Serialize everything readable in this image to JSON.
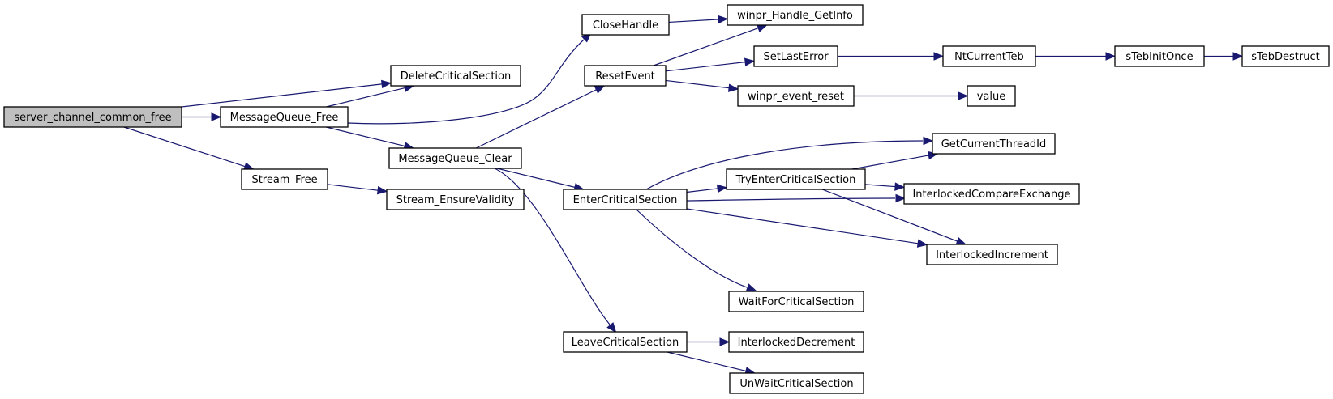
{
  "diagram": {
    "type": "call-graph",
    "colors": {
      "edge": "#191970",
      "root_fill": "#bfbfbf",
      "node_fill": "#ffffff",
      "node_stroke": "#000000"
    },
    "nodes": [
      {
        "id": "server_channel_common_free",
        "label": "server_channel_common_free",
        "root": true
      },
      {
        "id": "MessageQueue_Free",
        "label": "MessageQueue_Free"
      },
      {
        "id": "DeleteCriticalSection",
        "label": "DeleteCriticalSection"
      },
      {
        "id": "Stream_Free",
        "label": "Stream_Free"
      },
      {
        "id": "Stream_EnsureValidity",
        "label": "Stream_EnsureValidity"
      },
      {
        "id": "MessageQueue_Clear",
        "label": "MessageQueue_Clear"
      },
      {
        "id": "CloseHandle",
        "label": "CloseHandle"
      },
      {
        "id": "ResetEvent",
        "label": "ResetEvent"
      },
      {
        "id": "EnterCriticalSection",
        "label": "EnterCriticalSection"
      },
      {
        "id": "LeaveCriticalSection",
        "label": "LeaveCriticalSection"
      },
      {
        "id": "winpr_Handle_GetInfo",
        "label": "winpr_Handle_GetInfo"
      },
      {
        "id": "SetLastError",
        "label": "SetLastError"
      },
      {
        "id": "winpr_event_reset",
        "label": "winpr_event_reset"
      },
      {
        "id": "NtCurrentTeb",
        "label": "NtCurrentTeb"
      },
      {
        "id": "sTebInitOnce",
        "label": "sTebInitOnce"
      },
      {
        "id": "sTebDestruct",
        "label": "sTebDestruct"
      },
      {
        "id": "value",
        "label": "value"
      },
      {
        "id": "GetCurrentThreadId",
        "label": "GetCurrentThreadId"
      },
      {
        "id": "TryEnterCriticalSection",
        "label": "TryEnterCriticalSection"
      },
      {
        "id": "InterlockedCompareExchange",
        "label": "InterlockedCompareExchange"
      },
      {
        "id": "InterlockedIncrement",
        "label": "InterlockedIncrement"
      },
      {
        "id": "WaitForCriticalSection",
        "label": "WaitForCriticalSection"
      },
      {
        "id": "InterlockedDecrement",
        "label": "InterlockedDecrement"
      },
      {
        "id": "UnWaitCriticalSection",
        "label": "UnWaitCriticalSection"
      }
    ],
    "edges": [
      {
        "from": "server_channel_common_free",
        "to": "DeleteCriticalSection"
      },
      {
        "from": "server_channel_common_free",
        "to": "MessageQueue_Free"
      },
      {
        "from": "server_channel_common_free",
        "to": "Stream_Free"
      },
      {
        "from": "MessageQueue_Free",
        "to": "DeleteCriticalSection"
      },
      {
        "from": "MessageQueue_Free",
        "to": "CloseHandle"
      },
      {
        "from": "MessageQueue_Free",
        "to": "MessageQueue_Clear"
      },
      {
        "from": "Stream_Free",
        "to": "Stream_EnsureValidity"
      },
      {
        "from": "MessageQueue_Clear",
        "to": "ResetEvent"
      },
      {
        "from": "MessageQueue_Clear",
        "to": "EnterCriticalSection"
      },
      {
        "from": "MessageQueue_Clear",
        "to": "LeaveCriticalSection"
      },
      {
        "from": "CloseHandle",
        "to": "winpr_Handle_GetInfo"
      },
      {
        "from": "ResetEvent",
        "to": "winpr_Handle_GetInfo"
      },
      {
        "from": "ResetEvent",
        "to": "SetLastError"
      },
      {
        "from": "ResetEvent",
        "to": "winpr_event_reset"
      },
      {
        "from": "SetLastError",
        "to": "NtCurrentTeb"
      },
      {
        "from": "NtCurrentTeb",
        "to": "sTebInitOnce"
      },
      {
        "from": "sTebInitOnce",
        "to": "sTebDestruct"
      },
      {
        "from": "winpr_event_reset",
        "to": "value"
      },
      {
        "from": "EnterCriticalSection",
        "to": "GetCurrentThreadId"
      },
      {
        "from": "EnterCriticalSection",
        "to": "TryEnterCriticalSection"
      },
      {
        "from": "EnterCriticalSection",
        "to": "InterlockedCompareExchange"
      },
      {
        "from": "EnterCriticalSection",
        "to": "InterlockedIncrement"
      },
      {
        "from": "EnterCriticalSection",
        "to": "WaitForCriticalSection"
      },
      {
        "from": "TryEnterCriticalSection",
        "to": "GetCurrentThreadId"
      },
      {
        "from": "TryEnterCriticalSection",
        "to": "InterlockedCompareExchange"
      },
      {
        "from": "TryEnterCriticalSection",
        "to": "InterlockedIncrement"
      },
      {
        "from": "LeaveCriticalSection",
        "to": "InterlockedDecrement"
      },
      {
        "from": "LeaveCriticalSection",
        "to": "UnWaitCriticalSection"
      }
    ]
  }
}
